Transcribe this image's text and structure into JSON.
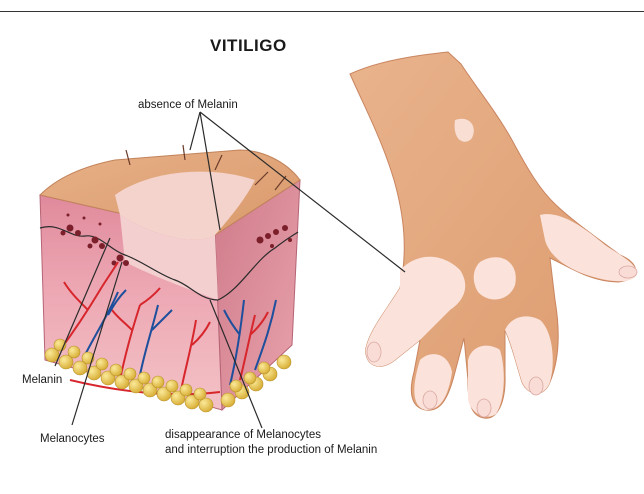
{
  "diagram": {
    "title": "VITILIGO",
    "labels": {
      "absence": "absence of Melanin",
      "melanin": "Melanin",
      "melanocytes": "Melanocytes",
      "disappearance_line1": "disappearance of Melanocytes",
      "disappearance_line2": "and interruption the production of Melanin"
    }
  },
  "colors": {
    "skin_top": "#e2a777",
    "skin_front": "#e9a2b0",
    "skin_side": "#d98795",
    "depigmented": "#f6d6d2",
    "hand_tan": "#e4a77b",
    "hand_pale": "#fbe3dc",
    "vessel_red": "#d7262c",
    "vessel_blue": "#1d4f9c",
    "fat": "#e5c34f"
  }
}
